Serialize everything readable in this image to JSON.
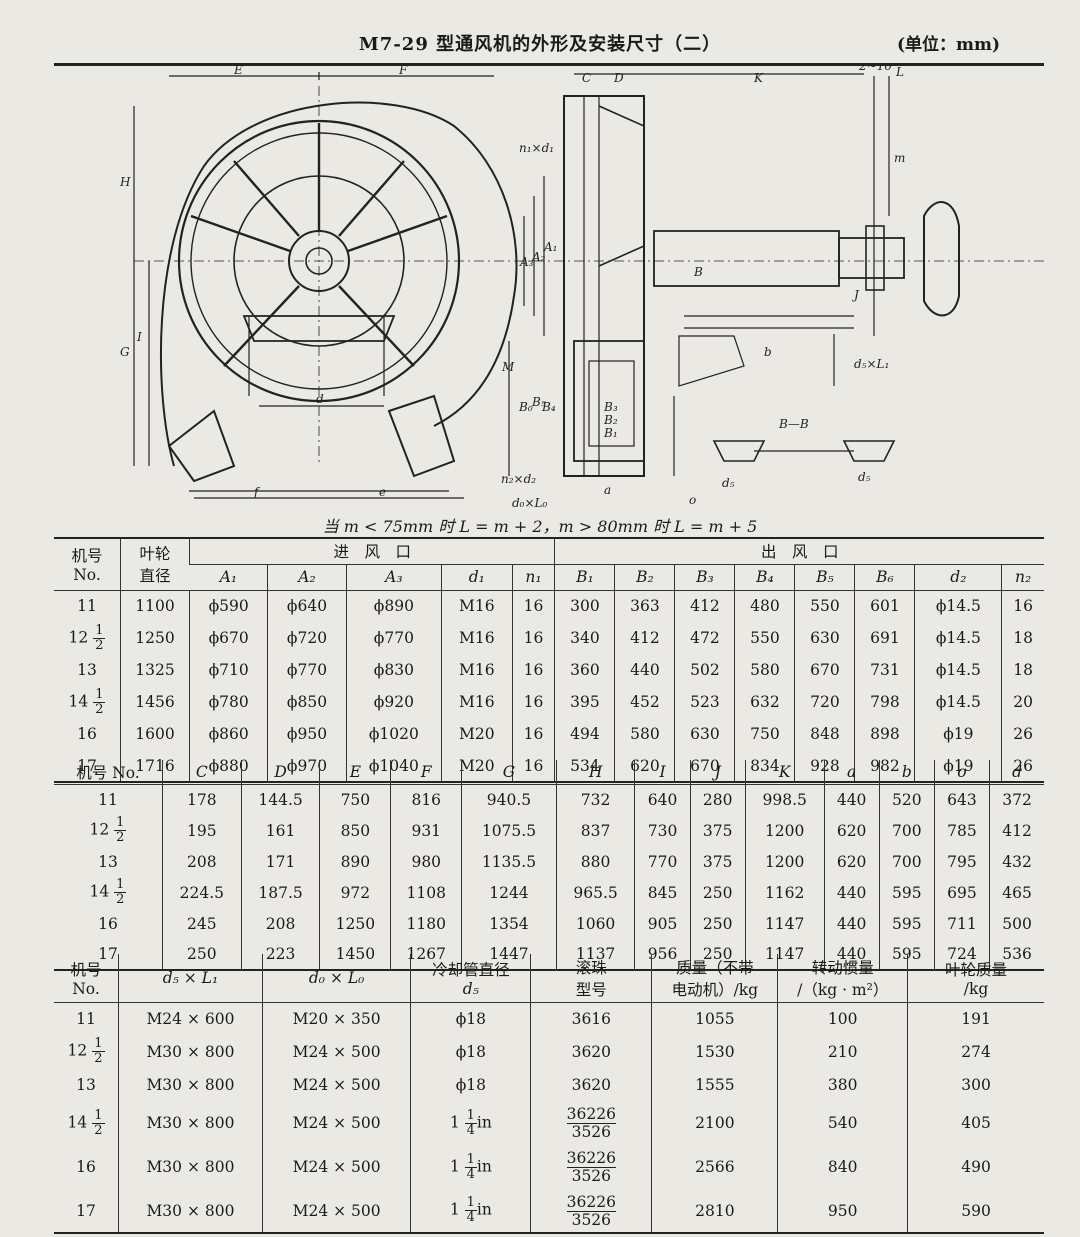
{
  "header": {
    "title": "M7-29 型通风机的外形及安装尺寸（二）",
    "unit": "(单位：mm)"
  },
  "drawing": {
    "labels": [
      "E",
      "F",
      "C",
      "D",
      "K",
      "2~10",
      "L",
      "m",
      "H",
      "G",
      "I",
      "d",
      "f",
      "e",
      "n₁×d₁",
      "A₃",
      "A₂",
      "A₁",
      "M",
      "B₀",
      "B₅",
      "B₄",
      "B₃",
      "B₂",
      "B₁",
      "B",
      "J",
      "b",
      "d₅×L₁",
      "B—B",
      "n₂×d₂",
      "d₀×L₀",
      "a",
      "o",
      "d₅",
      "d₅"
    ]
  },
  "note": "当 m < 75mm 时 L = m + 2，m > 80mm 时 L = m + 5",
  "table1": {
    "group_header": {
      "model": "机号",
      "model_en": "No.",
      "impeller": "叶轮",
      "impeller2": "直径",
      "inlet": "进　风　口",
      "outlet": "出　风　口"
    },
    "columns": [
      "A₁",
      "A₂",
      "A₃",
      "d₁",
      "n₁",
      "B₁",
      "B₂",
      "B₃",
      "B₄",
      "B₅",
      "B₆",
      "d₂",
      "n₂"
    ],
    "rows": [
      {
        "no": "11",
        "cells": [
          "1100",
          "ϕ590",
          "ϕ640",
          "ϕ890",
          "M16",
          "16",
          "300",
          "363",
          "412",
          "480",
          "550",
          "601",
          "ϕ14.5",
          "16"
        ]
      },
      {
        "no": "12",
        "fn": "1",
        "fd": "2",
        "cells": [
          "1250",
          "ϕ670",
          "ϕ720",
          "ϕ770",
          "M16",
          "16",
          "340",
          "412",
          "472",
          "550",
          "630",
          "691",
          "ϕ14.5",
          "18"
        ]
      },
      {
        "no": "13",
        "cells": [
          "1325",
          "ϕ710",
          "ϕ770",
          "ϕ830",
          "M16",
          "16",
          "360",
          "440",
          "502",
          "580",
          "670",
          "731",
          "ϕ14.5",
          "18"
        ]
      },
      {
        "no": "14",
        "fn": "1",
        "fd": "2",
        "cells": [
          "1456",
          "ϕ780",
          "ϕ850",
          "ϕ920",
          "M16",
          "16",
          "395",
          "452",
          "523",
          "632",
          "720",
          "798",
          "ϕ14.5",
          "20"
        ]
      },
      {
        "no": "16",
        "cells": [
          "1600",
          "ϕ860",
          "ϕ950",
          "ϕ1020",
          "M20",
          "16",
          "494",
          "580",
          "630",
          "750",
          "848",
          "898",
          "ϕ19",
          "26"
        ]
      },
      {
        "no": "17",
        "cells": [
          "1716",
          "ϕ880",
          "ϕ970",
          "ϕ1040",
          "M20",
          "16",
          "534",
          "620",
          "670",
          "834",
          "928",
          "982",
          "ϕ19",
          "26"
        ]
      }
    ]
  },
  "table2": {
    "columns": [
      "机号 No.",
      "C",
      "D",
      "E",
      "F",
      "G",
      "H",
      "I",
      "J",
      "K",
      "a",
      "b",
      "o",
      "d"
    ],
    "rows": [
      {
        "no": "11",
        "cells": [
          "178",
          "144.5",
          "750",
          "816",
          "940.5",
          "732",
          "640",
          "280",
          "998.5",
          "440",
          "520",
          "643",
          "372"
        ]
      },
      {
        "no": "12",
        "fn": "1",
        "fd": "2",
        "cells": [
          "195",
          "161",
          "850",
          "931",
          "1075.5",
          "837",
          "730",
          "375",
          "1200",
          "620",
          "700",
          "785",
          "412"
        ]
      },
      {
        "no": "13",
        "cells": [
          "208",
          "171",
          "890",
          "980",
          "1135.5",
          "880",
          "770",
          "375",
          "1200",
          "620",
          "700",
          "795",
          "432"
        ]
      },
      {
        "no": "14",
        "fn": "1",
        "fd": "2",
        "cells": [
          "224.5",
          "187.5",
          "972",
          "1108",
          "1244",
          "965.5",
          "845",
          "250",
          "1162",
          "440",
          "595",
          "695",
          "465"
        ]
      },
      {
        "no": "16",
        "cells": [
          "245",
          "208",
          "1250",
          "1180",
          "1354",
          "1060",
          "905",
          "250",
          "1147",
          "440",
          "595",
          "711",
          "500"
        ]
      },
      {
        "no": "17",
        "cells": [
          "250",
          "223",
          "1450",
          "1267",
          "1447",
          "1137",
          "956",
          "250",
          "1147",
          "440",
          "595",
          "724",
          "536"
        ]
      }
    ]
  },
  "table3": {
    "columns": [
      {
        "l1": "机号",
        "l2": "No."
      },
      {
        "l1": "d₅ × L₁",
        "l2": ""
      },
      {
        "l1": "d₀ × L₀",
        "l2": ""
      },
      {
        "l1": "冷却管直径",
        "l2": "d₅"
      },
      {
        "l1": "滚珠",
        "l2": "型号"
      },
      {
        "l1": "质量（不带",
        "l2": "电动机）/kg"
      },
      {
        "l1": "转动惯量",
        "l2": "/（kg · m²）"
      },
      {
        "l1": "叶轮质量",
        "l2": "/kg"
      }
    ],
    "rows": [
      {
        "no": "11",
        "d5L1": "M24 × 600",
        "d0L0": "M20 × 350",
        "pipe": "ϕ18",
        "bearing": "3616",
        "mass": "1055",
        "inertia": "100",
        "imass": "191"
      },
      {
        "no": "12",
        "fn": "1",
        "fd": "2",
        "d5L1": "M30 × 800",
        "d0L0": "M24 × 500",
        "pipe": "ϕ18",
        "bearing": "3620",
        "mass": "1530",
        "inertia": "210",
        "imass": "274"
      },
      {
        "no": "13",
        "d5L1": "M30 × 800",
        "d0L0": "M24 × 500",
        "pipe": "ϕ18",
        "bearing": "3620",
        "mass": "1555",
        "inertia": "380",
        "imass": "300"
      },
      {
        "no": "14",
        "fn": "1",
        "fd": "2",
        "d5L1": "M30 × 800",
        "d0L0": "M24 × 500",
        "pipeWhole": "1",
        "pipeFn": "1",
        "pipeFd": "4",
        "pipeUnit": "in",
        "bearingTop": "36226",
        "bearingBot": "3526",
        "mass": "2100",
        "inertia": "540",
        "imass": "405"
      },
      {
        "no": "16",
        "d5L1": "M30 × 800",
        "d0L0": "M24 × 500",
        "pipeWhole": "1",
        "pipeFn": "1",
        "pipeFd": "4",
        "pipeUnit": "in",
        "bearingTop": "36226",
        "bearingBot": "3526",
        "mass": "2566",
        "inertia": "840",
        "imass": "490"
      },
      {
        "no": "17",
        "d5L1": "M30 × 800",
        "d0L0": "M24 × 500",
        "pipeWhole": "1",
        "pipeFn": "1",
        "pipeFd": "4",
        "pipeUnit": "in",
        "bearingTop": "36226",
        "bearingBot": "3526",
        "mass": "2810",
        "inertia": "950",
        "imass": "590"
      }
    ]
  }
}
